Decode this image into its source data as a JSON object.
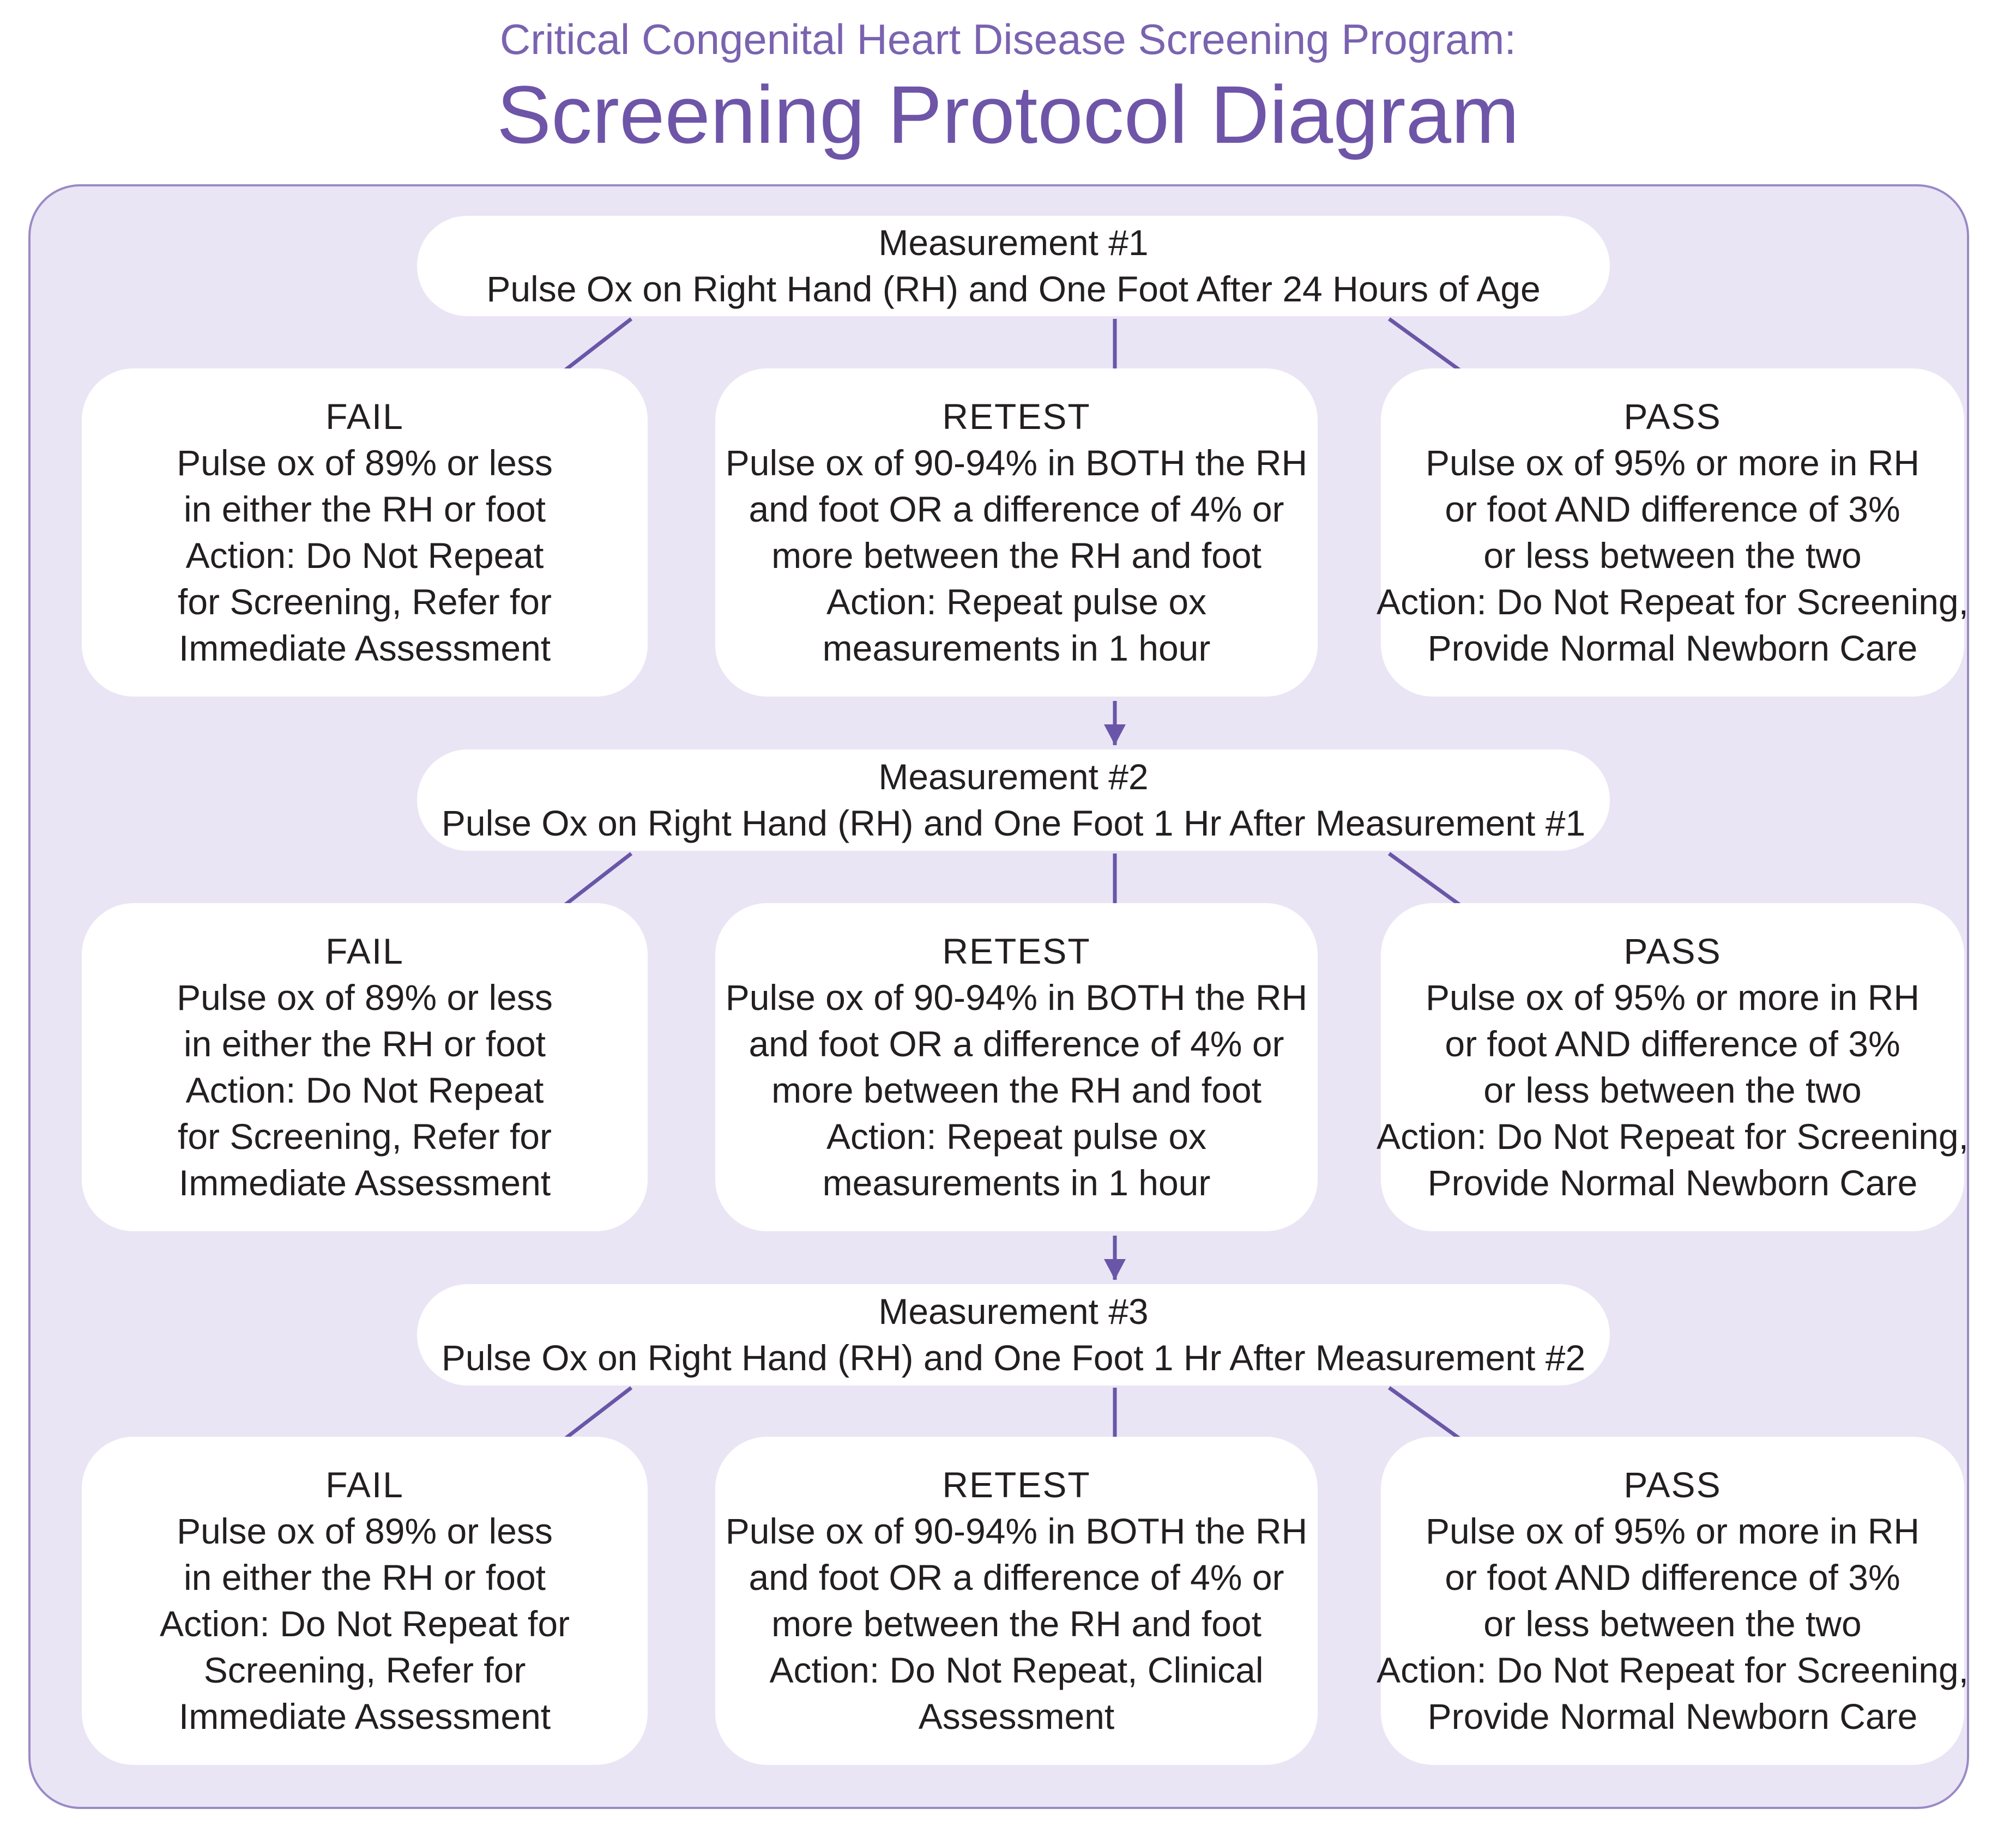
{
  "header": {
    "subtitle": "Critical Congenital Heart Disease Screening Program:",
    "title": "Screening Protocol Diagram"
  },
  "colors": {
    "accent": "#6e55a8",
    "panel_bg": "#eae5f4",
    "arrow": "#6a56a8"
  },
  "measurements": [
    {
      "title": "Measurement #1",
      "desc": "Pulse Ox on Right Hand (RH) and One Foot After 24 Hours of Age"
    },
    {
      "title": "Measurement #2",
      "desc": "Pulse Ox on Right Hand (RH) and One Foot 1 Hr After Measurement #1"
    },
    {
      "title": "Measurement #3",
      "desc": "Pulse Ox on Right Hand (RH) and One Foot 1 Hr After Measurement #2"
    }
  ],
  "rows": [
    {
      "fail": {
        "label": "FAIL",
        "lines": [
          "Pulse ox of 89% or less",
          "in either the RH or foot",
          "Action: Do Not Repeat",
          "for Screening, Refer for",
          "Immediate Assessment"
        ]
      },
      "retest": {
        "label": "RETEST",
        "lines": [
          "Pulse ox of 90-94% in BOTH the RH",
          "and foot OR a difference of 4% or",
          "more between the RH and foot",
          "Action: Repeat pulse ox",
          "measurements in 1 hour"
        ]
      },
      "pass": {
        "label": "PASS",
        "lines": [
          "Pulse ox of 95% or more in RH",
          "or foot AND difference of 3%",
          "or less between the two",
          "Action: Do Not Repeat for Screening,",
          "Provide Normal Newborn Care"
        ]
      }
    },
    {
      "fail": {
        "label": "FAIL",
        "lines": [
          "Pulse ox of 89% or less",
          "in either the RH or foot",
          "Action: Do Not Repeat",
          "for Screening, Refer for",
          "Immediate Assessment"
        ]
      },
      "retest": {
        "label": "RETEST",
        "lines": [
          "Pulse ox of 90-94% in BOTH the RH",
          "and foot OR a difference of 4% or",
          "more between the RH and foot",
          "Action: Repeat pulse ox",
          "measurements in 1 hour"
        ]
      },
      "pass": {
        "label": "PASS",
        "lines": [
          "Pulse ox of 95% or more in RH",
          "or foot AND difference of 3%",
          "or less between the two",
          "Action: Do Not Repeat for Screening,",
          "Provide Normal Newborn Care"
        ]
      }
    },
    {
      "fail": {
        "label": "FAIL",
        "lines": [
          "Pulse ox of 89% or less",
          "in either the RH or foot",
          "Action: Do Not Repeat for",
          "Screening, Refer for",
          "Immediate Assessment"
        ]
      },
      "retest": {
        "label": "RETEST",
        "lines": [
          "Pulse ox of 90-94% in BOTH the RH",
          "and foot OR a difference of 4% or",
          "more between the RH and foot",
          "Action: Do Not Repeat, Clinical",
          "Assessment"
        ]
      },
      "pass": {
        "label": "PASS",
        "lines": [
          "Pulse ox of 95% or more in RH",
          "or foot AND difference of 3%",
          "or less between the two",
          "Action: Do Not Repeat for Screening,",
          "Provide Normal Newborn Care"
        ]
      }
    }
  ]
}
